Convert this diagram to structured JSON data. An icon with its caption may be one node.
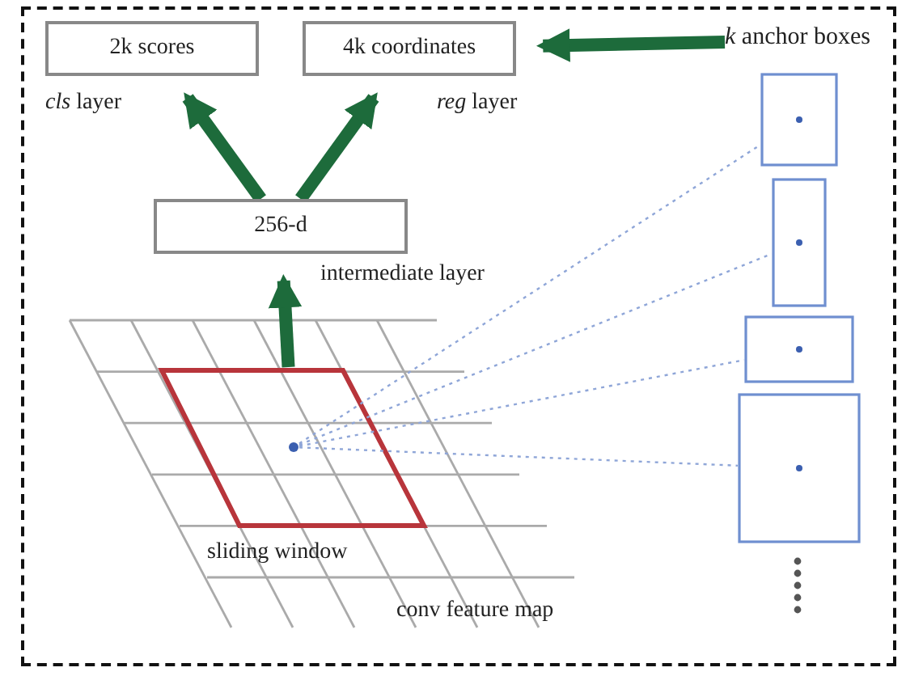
{
  "diagram": {
    "nodes": [
      {
        "text": [
          "2k scores"
        ],
        "beside": [
          "*cls* layer"
        ]
      },
      {
        "text": [
          "4k coordinates"
        ],
        "beside": [
          "*reg* layer"
        ]
      },
      {
        "text": [
          "*k* anchor boxes"
        ]
      },
      {
        "text": [],
        "shape": "box"
      },
      {
        "text": [],
        "shape": "box"
      },
      {
        "text": [],
        "shape": "box"
      },
      {
        "text": [],
        "shape": "box"
      },
      {
        "text": [
          "256-d"
        ],
        "beside": [
          "intermediate layer"
        ]
      },
      {
        "text": [],
        "shape": "grid",
        "beside": [
          "conv feature map"
        ]
      },
      {
        "text": [],
        "shape": "parallelogram",
        "in": 8,
        "beside": [
          "sliding window"
        ]
      },
      {
        "text": [],
        "shape": "circle",
        "in": 9
      }
    ],
    "edges": [
      {
        "from": 2,
        "to": 1,
        "arrow": "to",
        "style": "thick"
      },
      {
        "from": 7,
        "to": 0,
        "arrow": "to",
        "style": "thick"
      },
      {
        "from": 7,
        "to": 1,
        "arrow": "to",
        "style": "thick"
      },
      {
        "from": 9,
        "to": 7,
        "arrow": "to",
        "style": "thick"
      },
      {
        "from": 10,
        "to": 3,
        "arrow": "none",
        "style": "dashed",
        "color": "#8fa6d8"
      },
      {
        "from": 10,
        "to": 4,
        "arrow": "none",
        "style": "dashed",
        "color": "#8fa6d8"
      },
      {
        "from": 10,
        "to": 5,
        "arrow": "none",
        "style": "dashed",
        "color": "#8fa6d8"
      },
      {
        "from": 10,
        "to": 6,
        "arrow": "none",
        "style": "dashed",
        "color": "#8fa6d8"
      }
    ]
  }
}
